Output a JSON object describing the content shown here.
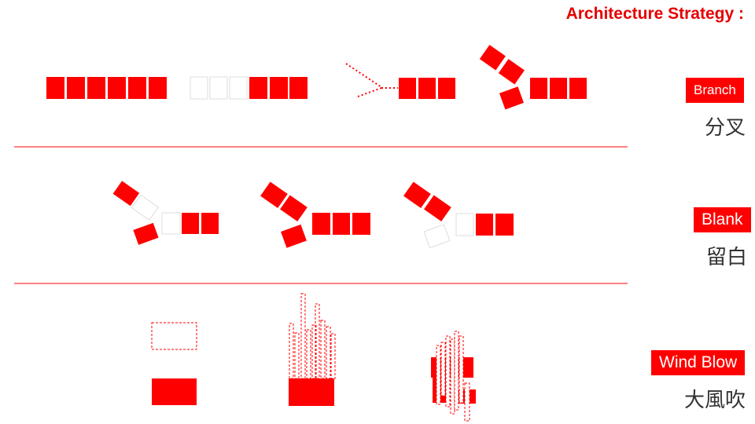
{
  "title": "Architecture Strategy :",
  "colors": {
    "accent": "#ff0000",
    "title": "#e60000",
    "text": "#333333",
    "background": "#ffffff"
  },
  "rows": [
    {
      "label": "Branch",
      "label_cn": "分叉"
    },
    {
      "label": "Blank",
      "label_cn": "留白"
    },
    {
      "label": "Wind Blow",
      "label_cn": "大風吹"
    }
  ]
}
